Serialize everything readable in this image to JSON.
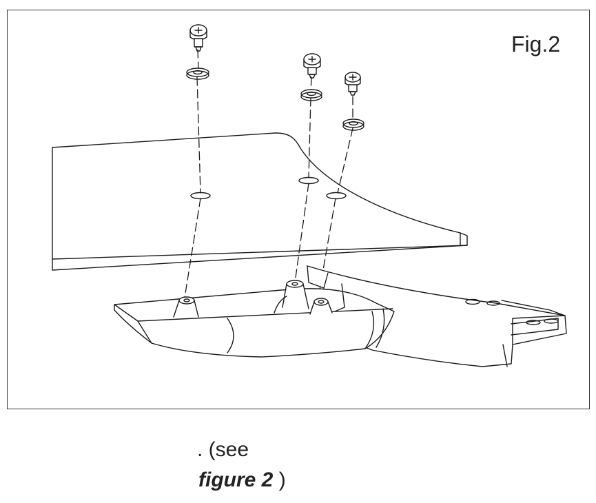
{
  "figure": {
    "label": "Fig.2",
    "parts": [
      "screw-1",
      "screw-2",
      "screw-3",
      "washer-1",
      "washer-2",
      "washer-3",
      "tabletop-panel",
      "base-bracket"
    ]
  },
  "caption": {
    "prefix": ". (see",
    "figure_ref": "figure 2",
    "suffix": " )"
  }
}
